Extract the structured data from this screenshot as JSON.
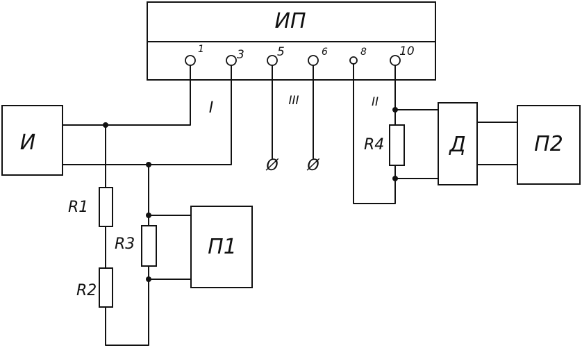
{
  "meter": {
    "label": "ИП",
    "terminals": [
      "1",
      "3",
      "5",
      "6",
      "8",
      "10"
    ]
  },
  "blocks": {
    "source": "И",
    "converter": "Д",
    "device1": "П1",
    "device2": "П2"
  },
  "resistors": {
    "r1": "R1",
    "r2": "R2",
    "r3": "R3",
    "r4": "R4"
  },
  "circuits": {
    "c1": "I",
    "c2": "II",
    "c3": "III"
  },
  "open_terminal_glyph": "Ø"
}
